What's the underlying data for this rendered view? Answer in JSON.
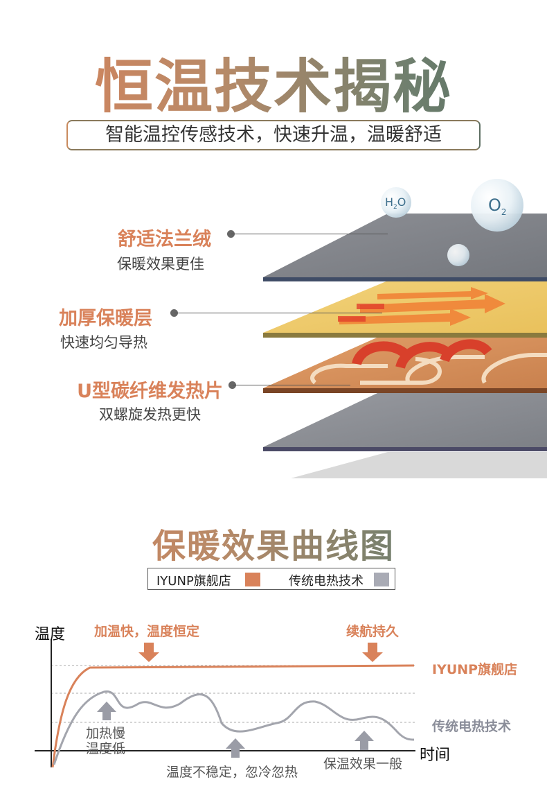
{
  "header": {
    "title": "恒温技术揭秘",
    "subtitle": "智能温控传感技术，快速升温，温暖舒适"
  },
  "layers": [
    {
      "name": "舒适法兰绒",
      "desc": "保暖效果更佳"
    },
    {
      "name": "加厚保暖层",
      "desc": "快速均匀导热"
    },
    {
      "name": "U型碳纤维发热片",
      "desc": "双螺旋发热更快"
    }
  ],
  "bubbles": {
    "h2o": "H",
    "h2o_sub": "2",
    "h2o_end": "O",
    "o2": "O",
    "o2_sub": "2"
  },
  "chart": {
    "title": "保暖效果曲线图",
    "legend": [
      {
        "label": "IYUNP旗舰店",
        "color": "#d9825a"
      },
      {
        "label": "传统电热技术",
        "color": "#a9abb5"
      }
    ],
    "y_axis_label": "温度",
    "x_axis_label": "时间",
    "annotations_top": [
      "加温快，温度恒定",
      "续航持久"
    ],
    "series_labels": [
      "IYUNP旗舰店",
      "传统电热技术"
    ],
    "annotations_bottom": [
      "加热慢",
      "温度低",
      "温度不稳定，忽冷忽热",
      "保温效果一般"
    ]
  },
  "chart_data": {
    "type": "line",
    "xlabel": "时间",
    "ylabel": "温度",
    "series": [
      {
        "name": "IYUNP旗舰店",
        "color": "#d9825a"
      },
      {
        "name": "传统电热技术",
        "color": "#a9abb5"
      }
    ]
  }
}
